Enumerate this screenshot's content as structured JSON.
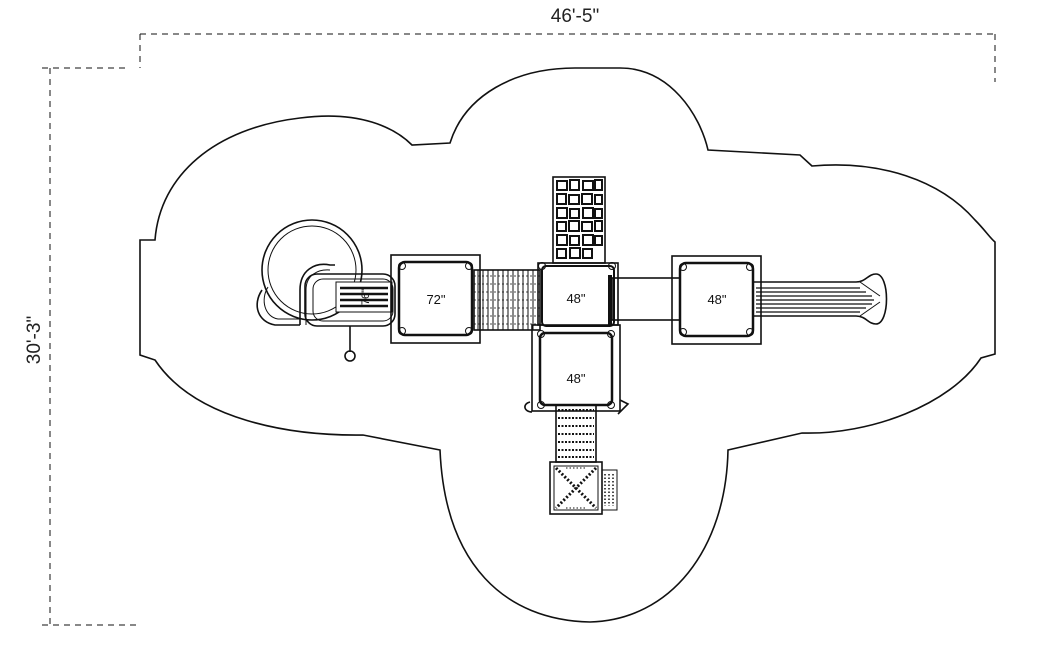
{
  "dimensions": {
    "width_label": "46'-5\"",
    "height_label": "30'-3\""
  },
  "decks": {
    "deck_72": "72\"",
    "deck_48_center": "48\"",
    "deck_48_right": "48\"",
    "deck_48_lower": "48\""
  },
  "slide_label": "76\""
}
